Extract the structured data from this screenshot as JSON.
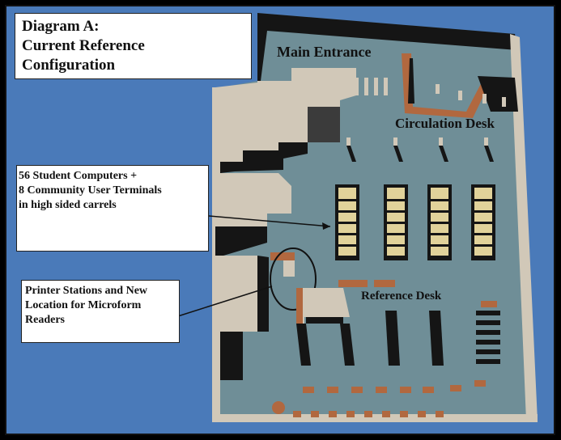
{
  "diagram": {
    "title": "Diagram A:\nCurrent Reference\nConfiguration",
    "callouts": {
      "computers": "56 Student Computers +\n 8 Community User Terminals\nin high sided carrels",
      "printers": "Printer Stations and New\nLocation for Microform\nReaders"
    },
    "areas": {
      "main_entrance": "Main Entrance",
      "circulation_desk": "Circulation Desk",
      "reference_desk": "Reference Desk"
    }
  },
  "colors": {
    "background": "#4a7ab9",
    "floor": "#6f8e97",
    "wall": "#d1c8b8",
    "desk": "#b1683f",
    "shadow": "#151515"
  }
}
